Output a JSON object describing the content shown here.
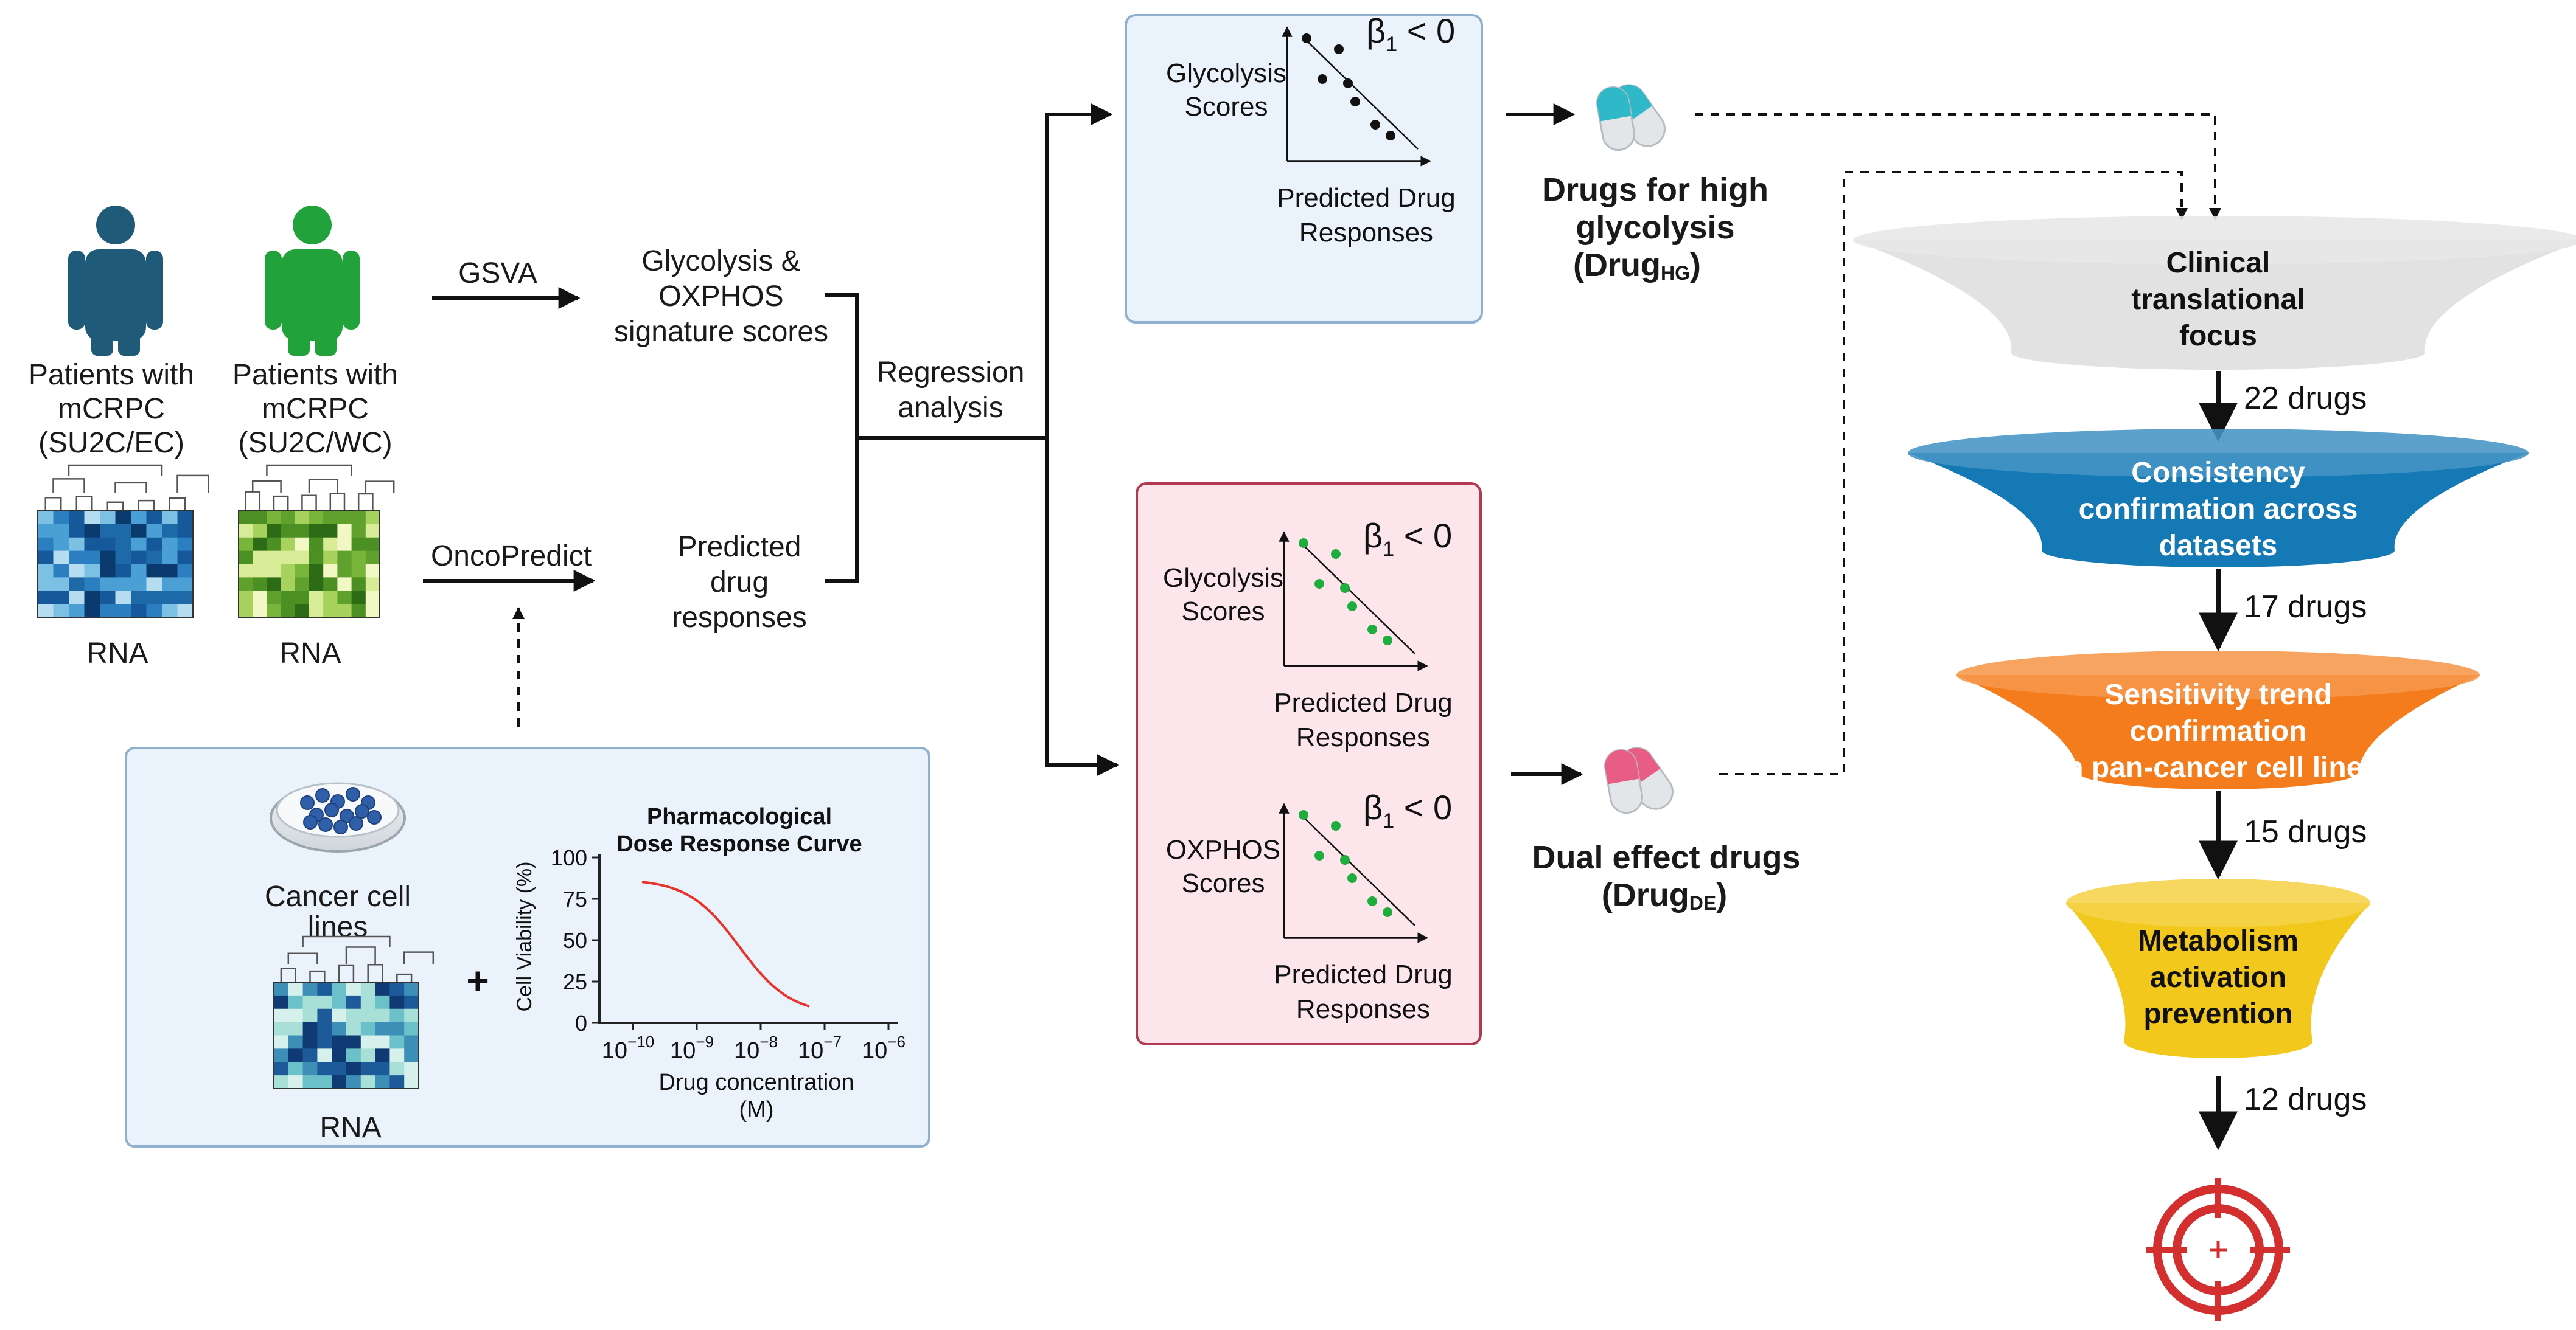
{
  "cohorts": {
    "ec": {
      "line1": "Patients with",
      "line2": "mCRPC",
      "line3": "(SU2C/EC)",
      "color": "#1f5a78",
      "rna": "RNA"
    },
    "wc": {
      "line1": "Patients with",
      "line2": "mCRPC",
      "line3": "(SU2C/WC)",
      "color": "#22a23a",
      "rna": "RNA"
    }
  },
  "methods": {
    "gsva": "GSVA",
    "oncopredict": "OncoPredict",
    "regression_line1": "Regression",
    "regression_line2": "analysis"
  },
  "signature_scores": {
    "line1": "Glycolysis &",
    "line2": "OXPHOS",
    "line3": "signature scores"
  },
  "predicted_responses": {
    "line1": "Predicted",
    "line2": "drug",
    "line3": "responses"
  },
  "cell_lines": {
    "label_line1": "Cancer cell",
    "label_line2": "lines",
    "rna": "RNA",
    "plus": "+",
    "dose_curve": {
      "title_line1": "Pharmacological",
      "title_line2": "Dose Response Curve",
      "ylabel": "Cell Viability (%)",
      "xlabel_line1": "Drug concentration",
      "xlabel_line2": "(M)",
      "y_ticks": [
        "100",
        "75",
        "50",
        "25",
        "0"
      ],
      "x_ticks": [
        {
          "base": "10",
          "exp": "−10"
        },
        {
          "base": "10",
          "exp": "−9"
        },
        {
          "base": "10",
          "exp": "−8"
        },
        {
          "base": "10",
          "exp": "−7"
        },
        {
          "base": "10",
          "exp": "−6"
        }
      ],
      "curve_color": "#e8322a"
    }
  },
  "hg_panel": {
    "scatter": {
      "ylabel_line1": "Glycolysis",
      "ylabel_line2": "Scores",
      "xlabel_line1": "Predicted Drug",
      "xlabel_line2": "Responses",
      "beta": "β",
      "beta_sub": "1",
      "beta_rel": " < 0"
    },
    "bg": "#eaf2fc"
  },
  "de_panel": {
    "scatter_glycolysis": {
      "ylabel_line1": "Glycolysis",
      "ylabel_line2": "Scores",
      "xlabel_line1": "Predicted Drug",
      "xlabel_line2": "Responses",
      "beta": "β",
      "beta_sub": "1",
      "beta_rel": " < 0"
    },
    "scatter_oxphos": {
      "ylabel_line1": "OXPHOS",
      "ylabel_line2": "Scores",
      "xlabel_line1": "Predicted Drug",
      "xlabel_line2": "Responses",
      "beta": "β",
      "beta_sub": "1",
      "beta_rel": " < 0"
    },
    "bg": "#fce6ec"
  },
  "drug_hg": {
    "line1": "Drugs for high",
    "line2": "glycolysis",
    "line3_main": "(Drug",
    "line3_sub": "HG",
    "line3_end": ")"
  },
  "drug_de": {
    "line1": "Dual effect drugs",
    "line2_main": "(Drug",
    "line2_sub": "DE",
    "line2_end": ")"
  },
  "funnel": [
    {
      "lines": [
        "Clinical",
        "translational",
        "focus"
      ],
      "color": "#e2e2e2",
      "text_color": "#111111",
      "count": "22 drugs"
    },
    {
      "lines": [
        "Consistency",
        "confirmation across",
        "datasets"
      ],
      "color": "#1479b5",
      "text_color": "#ffffff",
      "count": "17 drugs"
    },
    {
      "lines": [
        "Sensitivity trend",
        "confirmation",
        "in pan-cancer cell lines"
      ],
      "color": "#f47c1c",
      "text_color": "#ffffff",
      "count": "15 drugs"
    },
    {
      "lines": [
        "Metabolism",
        "activation",
        "prevention"
      ],
      "color": "#f2c81c",
      "text_color": "#111111",
      "count": "12 drugs"
    }
  ],
  "final": {
    "count": "12 drugs",
    "target_color": "#d32f2f"
  }
}
